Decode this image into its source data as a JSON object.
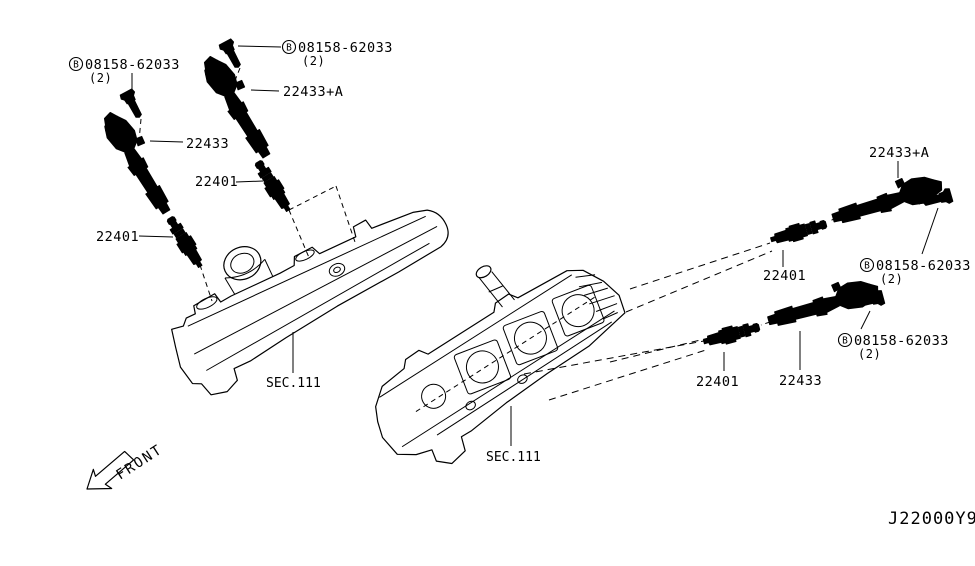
{
  "diagram": {
    "code": "J22000Y9",
    "front_arrow_label": "FRONT",
    "bolt_symbol": "B",
    "colors": {
      "line": "#000000",
      "background": "#ffffff"
    },
    "sec_labels": {
      "left": "SEC.111",
      "center": "SEC.111"
    },
    "callouts": {
      "bolt_top_left": {
        "number": "08158-62033",
        "qty": "(2)"
      },
      "bolt_top_middle": {
        "number": "08158-62033",
        "qty": "(2)"
      },
      "bolt_right_upper": {
        "number": "08158-62033",
        "qty": "(2)"
      },
      "bolt_right_lower": {
        "number": "08158-62033",
        "qty": "(2)"
      },
      "coil_left": "22433",
      "coil_middle": "22433+A",
      "coil_right_upper": "22433+A",
      "coil_right_lower": "22433",
      "plug_left": "22401",
      "plug_middle": "22401",
      "plug_right_upper": "22401",
      "plug_right_lower": "22401"
    }
  }
}
